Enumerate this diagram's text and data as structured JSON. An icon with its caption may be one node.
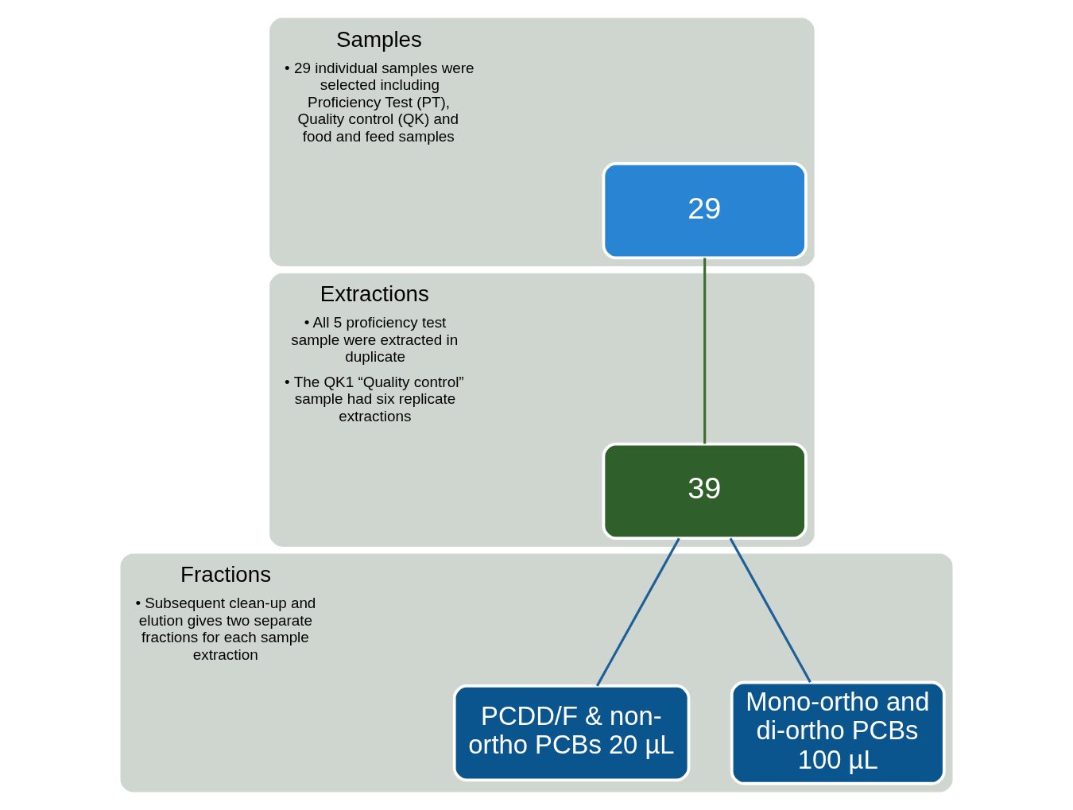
{
  "diagram": {
    "nodes": [
      {
        "text": [
          "Samples",
          "• 29 individual samples were selected including Proficiency Test (PT), Quality control (QK) and food and feed samples"
        ]
      },
      {
        "text": [
          "29"
        ],
        "in": 0
      },
      {
        "text": [
          "Extractions",
          "• All 5 proficiency test sample were extracted in duplicate",
          "• The QK1 “Quality control” sample had six replicate extractions"
        ]
      },
      {
        "text": [
          "39"
        ],
        "in": 2
      },
      {
        "text": [
          "Fractions",
          "• Subsequent clean-up and elution gives two separate fractions for each sample extraction"
        ]
      },
      {
        "text": [
          "PCDD/F & non-ortho PCBs 20 µL"
        ],
        "in": 4
      },
      {
        "text": [
          "Mono-ortho and di-ortho PCBs 100 µL"
        ],
        "in": 4
      }
    ],
    "edges": [
      {
        "from": 1,
        "to": 3,
        "arrow": "none",
        "color": "#3b6e2e"
      },
      {
        "from": 3,
        "to": 5,
        "arrow": "none"
      },
      {
        "from": 3,
        "to": 6,
        "arrow": "none"
      }
    ]
  }
}
